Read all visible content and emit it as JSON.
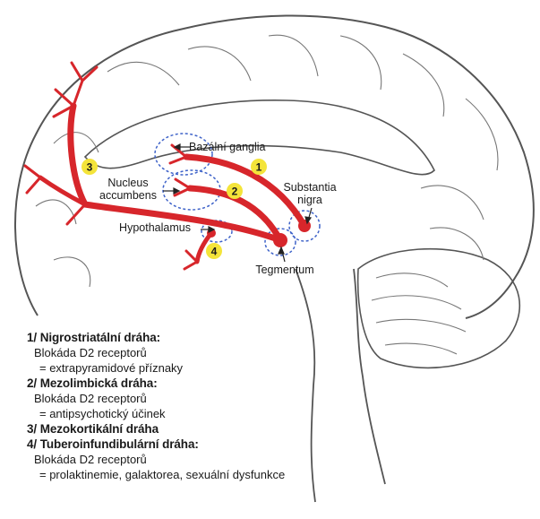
{
  "labels": {
    "bazalni_ganglia": "Bazální ganglia",
    "nucleus": "Nucleus",
    "accumbens": "accumbens",
    "substantia": "Substantia",
    "nigra": "nigra",
    "hypothalamus": "Hypothalamus",
    "tegmentum": "Tegmentum"
  },
  "badges": [
    "1",
    "2",
    "3",
    "4"
  ],
  "colors": {
    "pathway": "#d7262b",
    "badge": "#f4e43a",
    "outline": "#555555",
    "region": "#3f63c9"
  },
  "legend": [
    {
      "title": "1/ Nigrostriatální dráha:",
      "line1": "Blokáda D2 receptorů",
      "line2": "= extrapyramidové příznaky"
    },
    {
      "title": "2/ Mezolimbická dráha:",
      "line1": "Blokáda D2 receptorů",
      "line2": "= antipsychotický účinek"
    },
    {
      "title": "3/ Mezokortikální dráha"
    },
    {
      "title": "4/ Tuberoinfundibulární dráha:",
      "line1": "Blokáda D2 receptorů",
      "line2": "= prolaktinemie, galaktorea, sexuální dysfunkce"
    }
  ]
}
